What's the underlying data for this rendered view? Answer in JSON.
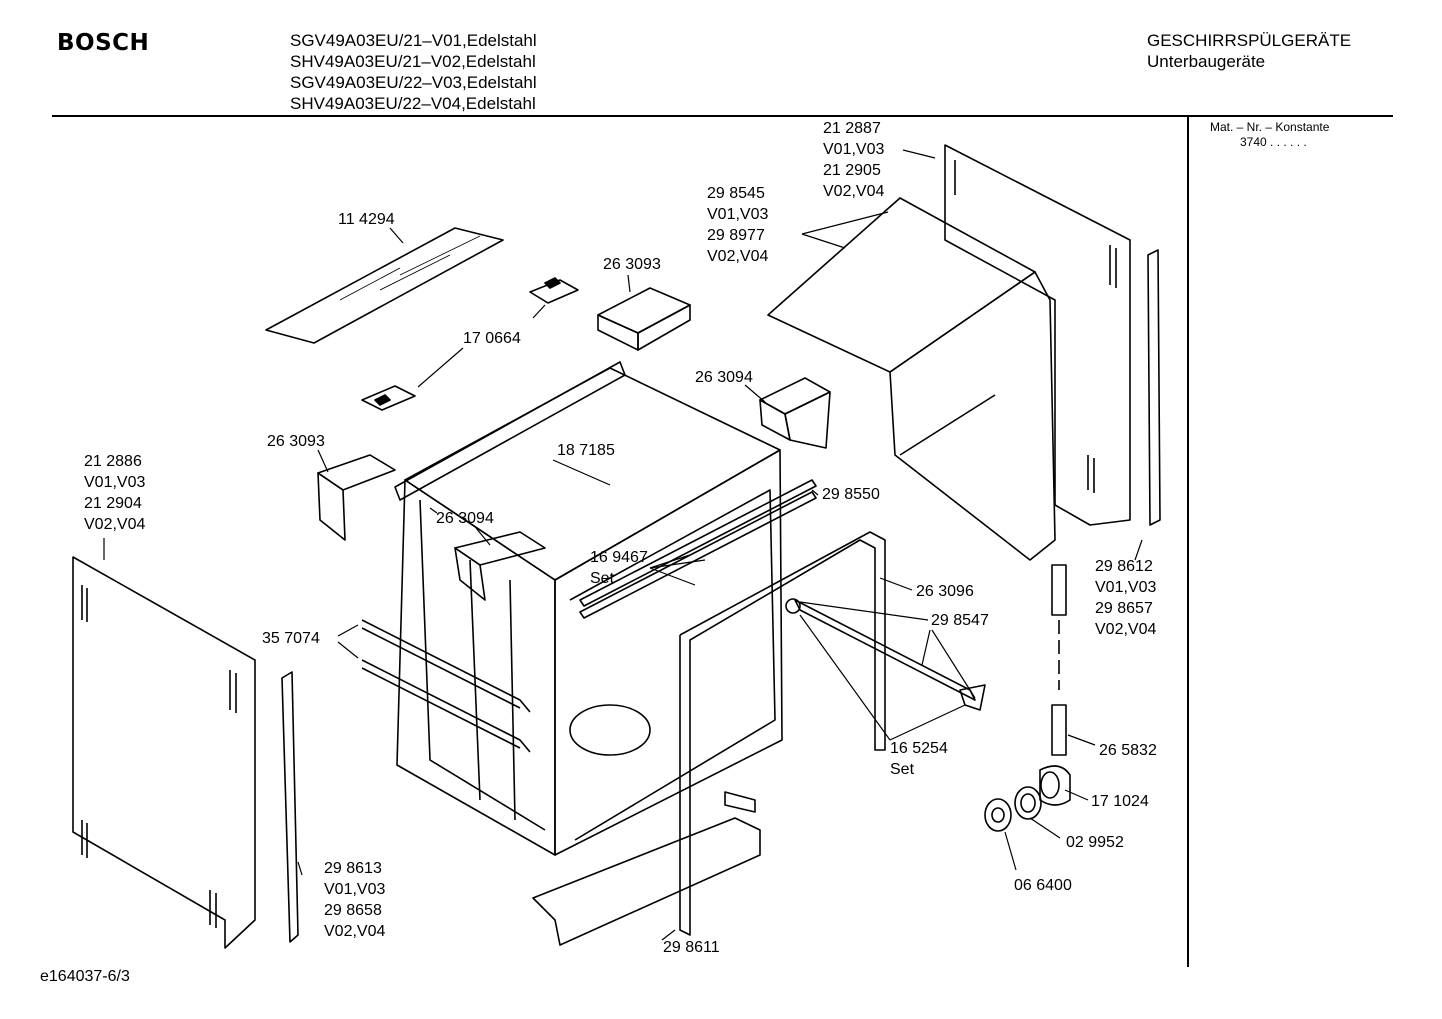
{
  "header": {
    "brand": "BOSCH",
    "models": [
      "SGV49A03EU/21–V01,Edelstahl",
      "SHV49A03EU/21–V02,Edelstahl",
      "SGV49A03EU/22–V03,Edelstahl",
      "SHV49A03EU/22–V04,Edelstahl"
    ],
    "category": "GESCHIRRSPÜLGERÄTE",
    "subcategory": "Unterbaugeräte"
  },
  "sidebar": {
    "mat_label": "Mat. – Nr. – Konstante",
    "mat_value": "3740  .  .  .  .  .  ."
  },
  "footer": {
    "doc_id": "e164037-6/3"
  },
  "parts": [
    {
      "id": "p1",
      "lines": [
        "11 4294"
      ]
    },
    {
      "id": "p2",
      "lines": [
        "17 0664"
      ]
    },
    {
      "id": "p3",
      "lines": [
        "26 3093"
      ]
    },
    {
      "id": "p4",
      "lines": [
        "26 3094"
      ]
    },
    {
      "id": "p5",
      "lines": [
        "26 3093"
      ]
    },
    {
      "id": "p6",
      "lines": [
        "18 7185"
      ]
    },
    {
      "id": "p7",
      "lines": [
        "26 3094"
      ]
    },
    {
      "id": "p8",
      "lines": [
        "16 9467",
        "Set"
      ]
    },
    {
      "id": "p9",
      "lines": [
        "29 8550"
      ]
    },
    {
      "id": "p10",
      "lines": [
        "26 3096"
      ]
    },
    {
      "id": "p11",
      "lines": [
        "29 8547"
      ]
    },
    {
      "id": "p12",
      "lines": [
        "35 7074"
      ]
    },
    {
      "id": "p13",
      "lines": [
        "21 2886",
        "V01,V03",
        "21 2904",
        "V02,V04"
      ]
    },
    {
      "id": "p14",
      "lines": [
        "21 2887",
        "V01,V03",
        "21 2905",
        "V02,V04"
      ]
    },
    {
      "id": "p15",
      "lines": [
        "29 8545",
        "V01,V03",
        "29 8977",
        "V02,V04"
      ]
    },
    {
      "id": "p16",
      "lines": [
        "29 8612",
        "V01,V03",
        "29 8657",
        "V02,V04"
      ]
    },
    {
      "id": "p17",
      "lines": [
        "29 8613",
        "V01,V03",
        "29 8658",
        "V02,V04"
      ]
    },
    {
      "id": "p18",
      "lines": [
        "16 5254",
        "Set"
      ]
    },
    {
      "id": "p19",
      "lines": [
        "26 5832"
      ]
    },
    {
      "id": "p20",
      "lines": [
        "17 1024"
      ]
    },
    {
      "id": "p21",
      "lines": [
        "02 9952"
      ]
    },
    {
      "id": "p22",
      "lines": [
        "06 6400"
      ]
    },
    {
      "id": "p23",
      "lines": [
        "29 8611"
      ]
    }
  ]
}
